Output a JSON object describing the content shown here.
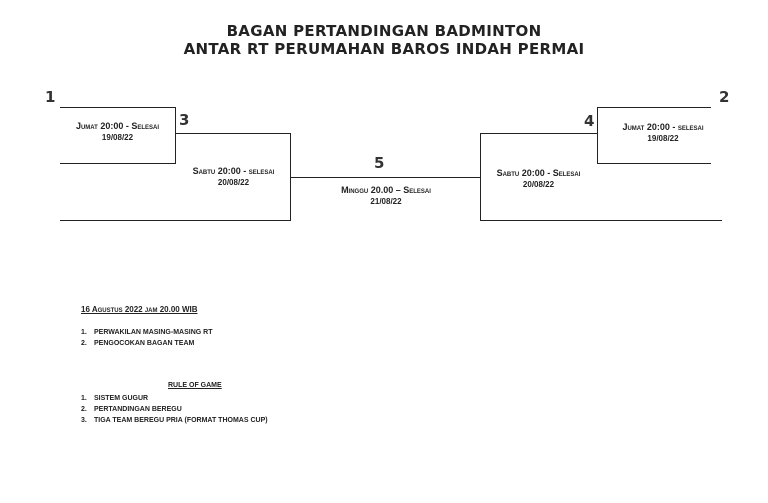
{
  "header": {
    "title_line1": "BAGAN PERTANDINGAN BADMINTON",
    "title_line2": "ANTAR RT PERUMAHAN BAROS INDAH PERMAI"
  },
  "bracket": {
    "slots": [
      "1",
      "2",
      "3",
      "4",
      "5"
    ],
    "matches": [
      {
        "id": "left-r1",
        "schedule": "Jumat 20:00 - Selesai",
        "date": "19/08/22"
      },
      {
        "id": "left-r2",
        "schedule": "Sabtu 20:00 - selesai",
        "date": "20/08/22"
      },
      {
        "id": "final",
        "schedule": "Minggu 20.00 – Selesai",
        "date": "21/08/22"
      },
      {
        "id": "right-r2",
        "schedule": "Sabtu 20:00 - Selesai",
        "date": "20/08/22"
      },
      {
        "id": "right-r1",
        "schedule": "Jumat 20:00 - selesai",
        "date": "19/08/22"
      }
    ]
  },
  "meeting": {
    "heading": "16 Agustus 2022 jam 20.00 WIB",
    "items": [
      {
        "index": "1.",
        "text": "PERWAKILAN MASING-MASING RT"
      },
      {
        "index": "2.",
        "text": "PENGOCOKAN BAGAN TEAM"
      }
    ]
  },
  "rules": {
    "heading": "RULE OF GAME",
    "items": [
      {
        "index": "1.",
        "text": "SISTEM GUGUR"
      },
      {
        "index": "2.",
        "text": "PERTANDINGAN BEREGU"
      },
      {
        "index": "3.",
        "text": "TIGA TEAM BEREGU PRIA (FORMAT THOMAS CUP)"
      }
    ]
  }
}
